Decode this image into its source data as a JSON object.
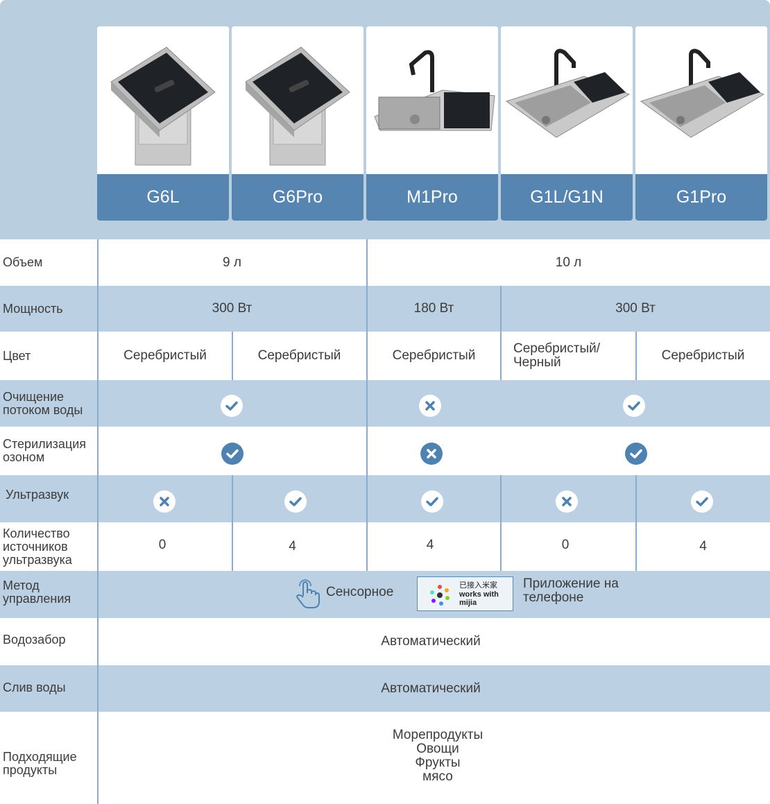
{
  "products": [
    {
      "name": "G6L",
      "image": "sink-disposer-unit-image"
    },
    {
      "name": "G6Pro",
      "image": "sink-disposer-unit-image"
    },
    {
      "name": "M1Pro",
      "image": "sink-with-faucet-image"
    },
    {
      "name": "G1L/G1N",
      "image": "double-sink-faucet-image"
    },
    {
      "name": "G1Pro",
      "image": "double-sink-faucet-image"
    }
  ],
  "rows": {
    "volume": {
      "label": "Объем",
      "v1": "9 л",
      "v2": "10 л"
    },
    "power": {
      "label": "Мощность",
      "v1": "300 Вт",
      "v2": "180 Вт",
      "v3": "300 Вт"
    },
    "color": {
      "label": "Цвет",
      "c1": "Серебристый",
      "c2": "Серебристый",
      "c3": "Серебристый",
      "c4": "Серебристый/ Черный",
      "c5": "Серебристый"
    },
    "waterflow": {
      "label": "Очищение потоком воды",
      "values": [
        "check",
        "cross",
        "check"
      ]
    },
    "ozone": {
      "label": "Стерилизация озоном",
      "values": [
        "check",
        "cross",
        "check"
      ]
    },
    "ultrasound": {
      "label": "Ультразвук",
      "values": [
        "cross",
        "check",
        "check",
        "cross",
        "check"
      ]
    },
    "ultrasound_count": {
      "label": "Количество источников ультразвука",
      "values": [
        "0",
        "4",
        "4",
        "0",
        "4"
      ]
    },
    "control": {
      "label": "Метод управления",
      "touch": "Сенсорное",
      "mijia_line1": "已接入米家",
      "mijia_line2": "works with",
      "mijia_line3": "mijia",
      "app": "Приложение на телефоне"
    },
    "water_intake": {
      "label": "Водозабор",
      "value": "Автоматический"
    },
    "drain": {
      "label": "Слив воды",
      "value": "Автоматический"
    },
    "suitable": {
      "label": "Подходящие продукты",
      "items": [
        "Морепродукты",
        "Овощи",
        "Фрукты",
        "мясо"
      ]
    }
  },
  "colors": {
    "header_bg": "#b9cfe0",
    "name_bar": "#5585b0",
    "row_blue": "#bbd0e2",
    "check_dark": "#4d82b1",
    "icon_light_bg": "#ffffff"
  }
}
